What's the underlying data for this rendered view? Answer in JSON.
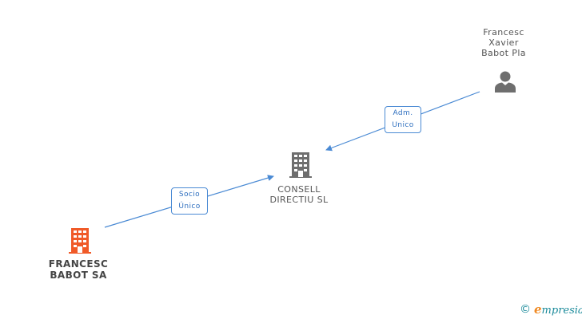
{
  "nodes": {
    "francesc_babot_sa": {
      "label": "FRANCESC\nBABOT SA",
      "icon": "building-icon",
      "color": "#f05a28"
    },
    "consell_directiu": {
      "label": "CONSELL\nDIRECTIU SL",
      "icon": "building-icon",
      "color": "#6e6e6e"
    },
    "person": {
      "label": "Francesc\nXavier\nBabot Pla",
      "icon": "person-icon",
      "color": "#6e6e6e"
    }
  },
  "relations": {
    "socio_unico": "Socio\nÚnico",
    "adm_unico": "Adm.\nUnico"
  },
  "colors": {
    "edge": "#4a8ad4"
  },
  "brand": {
    "copyright": "©",
    "first_letter": "e",
    "rest": "mpresia"
  }
}
